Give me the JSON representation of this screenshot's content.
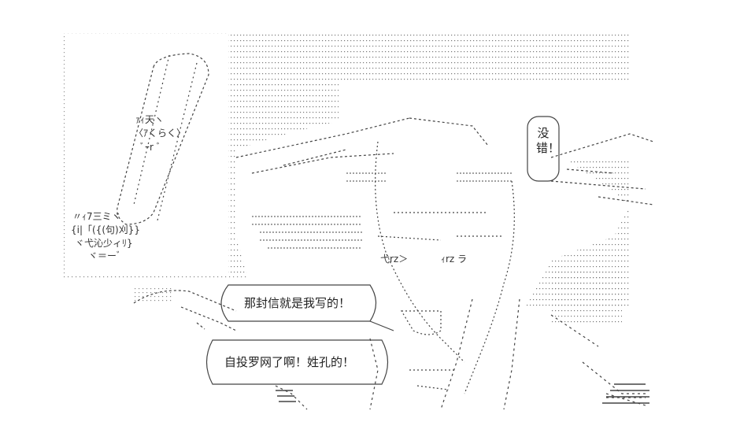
{
  "bubbles": {
    "top_right": "没错！",
    "middle": "那封信就是我写的！",
    "bottom": "自投罗网了啊！姓孔的！"
  },
  "art_text": {
    "slab_line1": "ｧｨ天ヽ",
    "slab_line2": "〈ｱくらく〉",
    "slab_line3": "ﾞｰr ﾞ",
    "hand_line1": "〃ｨ7三ミヾ",
    "hand_line2": "{i|「({(句)刈}}",
    "hand_line3": "ヾ弋沁少ィﾘ}",
    "hand_line4": "ヾ＝ーﾞ",
    "eye_left": "弋rz＞",
    "eye_right": "ｨrz ラ"
  },
  "colors": {
    "ink": "#333333",
    "dots": "#888888",
    "background": "#ffffff"
  }
}
